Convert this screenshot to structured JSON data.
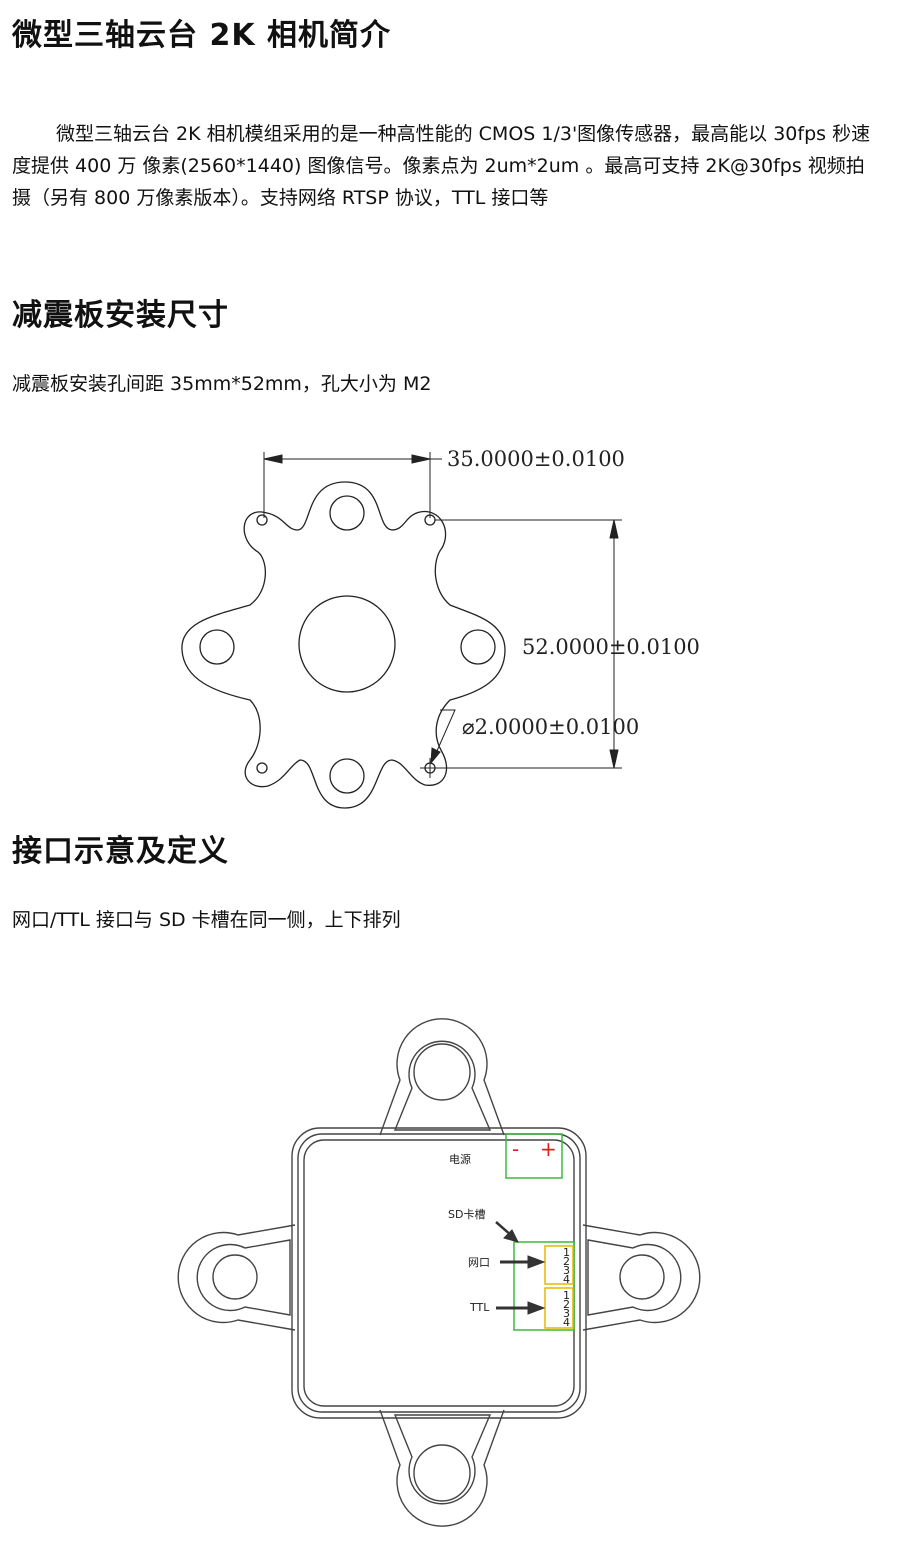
{
  "sections": {
    "intro": {
      "title": "微型三轴云台 2K 相机简介",
      "body": "微型三轴云台 2K 相机模组采用的是一种高性能的 CMOS 1/3'图像传感器，最高能以 30fps 秒速度提供 400 万 像素(2560*1440) 图像信号。像素点为 2um*2um 。最高可支持 2K@30fps 视频拍摄（另有 800 万像素版本）。支持网络 RTSP 协议，TTL 接口等"
    },
    "mount": {
      "title": "减震板安装尺寸",
      "body": "减震板安装孔间距 35mm*52mm，孔大小为 M2",
      "dims": {
        "width": "35.0000±0.0100",
        "height": "52.0000±0.0100",
        "hole": "⌀2.0000±0.0100"
      }
    },
    "ports": {
      "title": "接口示意及定义",
      "body": "网口/TTL 接口与 SD 卡槽在同一侧，上下排列",
      "labels": {
        "power": "电源",
        "minus": "-",
        "plus": "+",
        "sd": "SD卡槽",
        "ethernet": "网口",
        "ttl": "TTL"
      },
      "pins": [
        "1",
        "2",
        "3",
        "4"
      ],
      "colors": {
        "green": "#3db83d",
        "yellow": "#e6b800",
        "red": "#e21b1b"
      }
    }
  }
}
